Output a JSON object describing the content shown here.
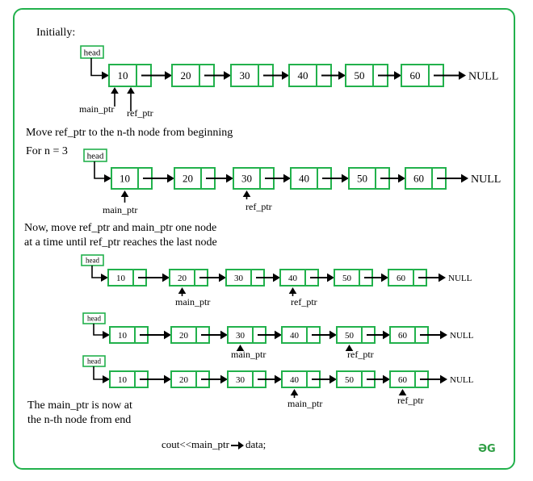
{
  "colors": {
    "border": "#22b14c",
    "node": "#22b14c",
    "logo": "#2f9e44"
  },
  "captions": {
    "initially": "Initially:",
    "move_ref": "Move ref_ptr to the n-th node from beginning",
    "for_n": "For n = 3",
    "now_move_1": "Now, move ref_ptr and main_ptr one node",
    "now_move_2": "at a time until ref_ptr reaches the last node",
    "result_1": "The main_ptr is now at",
    "result_2": "the n-th node from end",
    "code": "cout<<main_ptr",
    "code_suffix": "data;"
  },
  "logo": "ƏG",
  "labels": {
    "head": "head",
    "null": "NULL",
    "main_ptr": "main_ptr",
    "ref_ptr": "ref_ptr"
  },
  "lists": [
    {
      "nodes": [
        "10",
        "20",
        "30",
        "40",
        "50",
        "60"
      ],
      "main_ptr": 0,
      "ref_ptr": 0
    },
    {
      "nodes": [
        "10",
        "20",
        "30",
        "40",
        "50",
        "60"
      ],
      "main_ptr": 0,
      "ref_ptr": 2
    },
    {
      "nodes": [
        "10",
        "20",
        "30",
        "40",
        "50",
        "60"
      ],
      "main_ptr": 1,
      "ref_ptr": 3
    },
    {
      "nodes": [
        "10",
        "20",
        "30",
        "40",
        "50",
        "60"
      ],
      "main_ptr": 2,
      "ref_ptr": 4
    },
    {
      "nodes": [
        "10",
        "20",
        "30",
        "40",
        "50",
        "60"
      ],
      "main_ptr": 3,
      "ref_ptr": 5
    }
  ]
}
